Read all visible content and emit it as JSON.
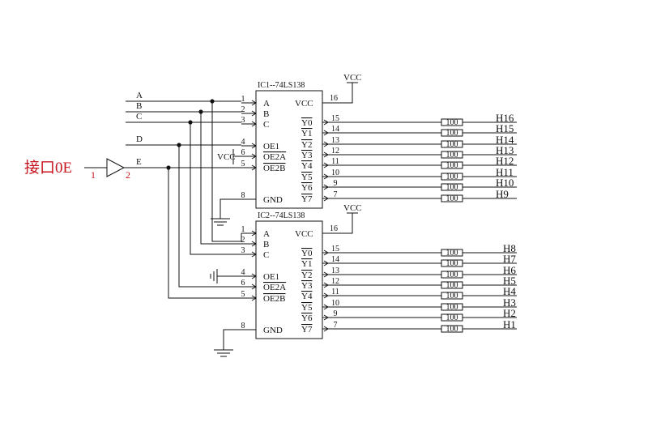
{
  "input": {
    "name": "接口0E",
    "buffer_pin_in": "1",
    "buffer_pin_out": "2",
    "color": "#c8141e"
  },
  "signals": [
    "A",
    "B",
    "C",
    "D",
    "E"
  ],
  "vcc_label": "VCC",
  "ics": [
    {
      "title": "IC1--74LS138",
      "inputs": [
        {
          "pin": "1",
          "label": "A",
          "overline": false
        },
        {
          "pin": "2",
          "label": "B",
          "overline": false
        },
        {
          "pin": "3",
          "label": "C",
          "overline": false
        },
        {
          "pin": "4",
          "label": "OE1",
          "overline": false
        },
        {
          "pin": "6",
          "label": "OE2A",
          "overline": true
        },
        {
          "pin": "5",
          "label": "OE2B",
          "overline": true
        },
        {
          "pin": "8",
          "label": "GND",
          "overline": false
        }
      ],
      "vcc_pin": "16",
      "vcc_text": "VCC",
      "outputs": [
        {
          "pin": "15",
          "label": "Y0",
          "net": "H16"
        },
        {
          "pin": "14",
          "label": "Y1",
          "net": "H15"
        },
        {
          "pin": "13",
          "label": "Y2",
          "net": "H14"
        },
        {
          "pin": "12",
          "label": "Y3",
          "net": "H13"
        },
        {
          "pin": "11",
          "label": "Y4",
          "net": "H12"
        },
        {
          "pin": "10",
          "label": "Y5",
          "net": "H11"
        },
        {
          "pin": "9",
          "label": "Y6",
          "net": "H10"
        },
        {
          "pin": "7",
          "label": "Y7",
          "net": "H9"
        }
      ]
    },
    {
      "title": "IC2--74LS138",
      "inputs": [
        {
          "pin": "1",
          "label": "A",
          "overline": false
        },
        {
          "pin": "2",
          "label": "B",
          "overline": false
        },
        {
          "pin": "3",
          "label": "C",
          "overline": false
        },
        {
          "pin": "4",
          "label": "OE1",
          "overline": false
        },
        {
          "pin": "6",
          "label": "OE2A",
          "overline": true
        },
        {
          "pin": "5",
          "label": "OE2B",
          "overline": true
        },
        {
          "pin": "8",
          "label": "GND",
          "overline": false
        }
      ],
      "vcc_pin": "16",
      "vcc_text": "VCC",
      "outputs": [
        {
          "pin": "15",
          "label": "Y0",
          "net": "H8"
        },
        {
          "pin": "14",
          "label": "Y1",
          "net": "H7"
        },
        {
          "pin": "13",
          "label": "Y2",
          "net": "H6"
        },
        {
          "pin": "12",
          "label": "Y3",
          "net": "H5"
        },
        {
          "pin": "11",
          "label": "Y4",
          "net": "H4"
        },
        {
          "pin": "10",
          "label": "Y5",
          "net": "H3"
        },
        {
          "pin": "9",
          "label": "Y6",
          "net": "H2"
        },
        {
          "pin": "7",
          "label": "Y7",
          "net": "H1"
        }
      ]
    }
  ],
  "resistor_value": "100"
}
